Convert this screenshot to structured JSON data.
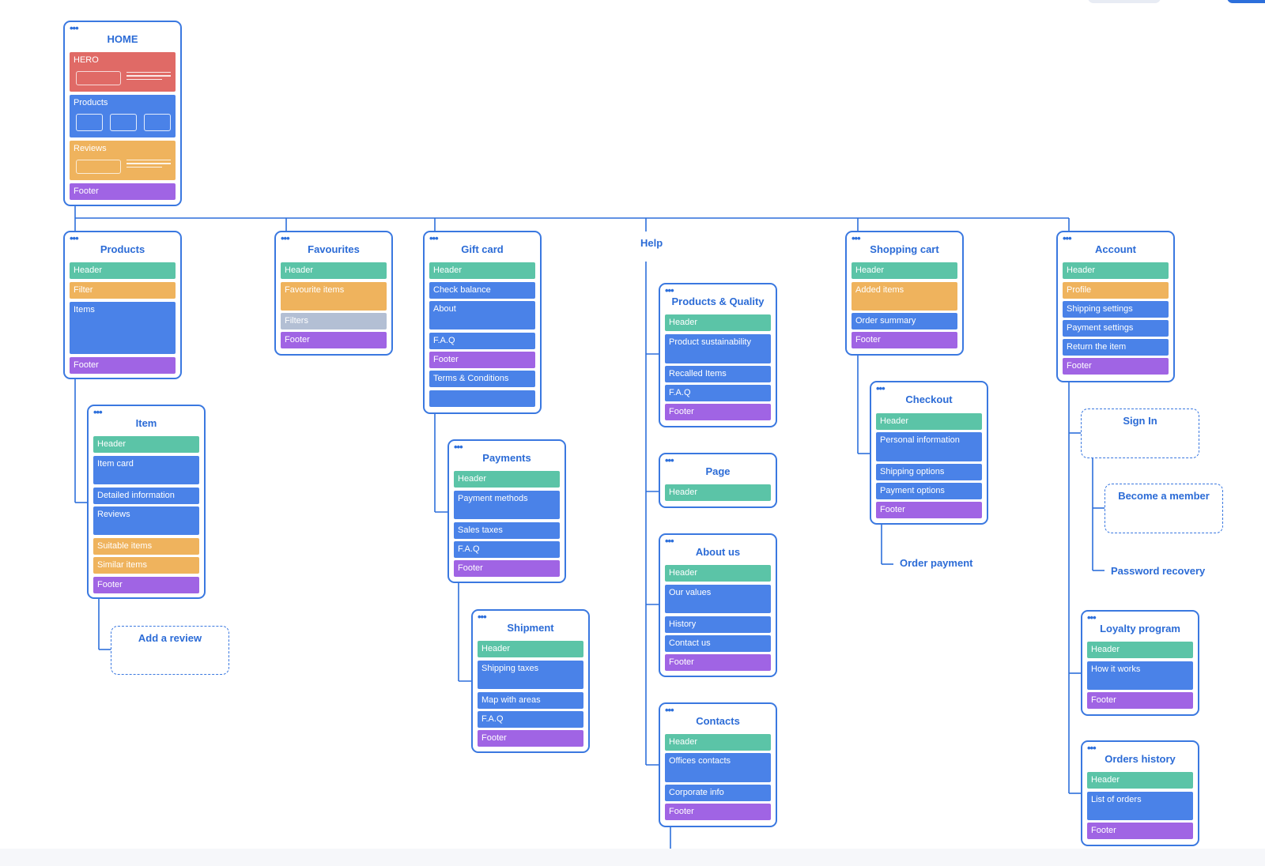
{
  "help_label": "Help",
  "home": {
    "title": "HOME",
    "hero": "HERO",
    "products": "Products",
    "reviews": "Reviews",
    "footer": "Footer"
  },
  "products": {
    "title": "Products",
    "header": "Header",
    "filter": "Filter",
    "items": "Items",
    "footer": "Footer"
  },
  "item": {
    "title": "Item",
    "header": "Header",
    "item_card": "Item card",
    "detailed_information": "Detailed information",
    "reviews": "Reviews",
    "suitable_items": "Suitable items",
    "similar_items": "Similar items",
    "footer": "Footer"
  },
  "add_review": "Add a review",
  "favourites": {
    "title": "Favourites",
    "header": "Header",
    "favourite_items": "Favourite items",
    "filters": "Filters",
    "footer": "Footer"
  },
  "gift_card": {
    "title": "Gift card",
    "header": "Header",
    "check_balance": "Check balance",
    "about": "About",
    "faq": "F.A.Q",
    "footer": "Footer",
    "terms": "Terms & Conditions"
  },
  "payments": {
    "title": "Payments",
    "header": "Header",
    "payment_methods": "Payment methods",
    "sales_taxes": "Sales taxes",
    "faq": "F.A.Q",
    "footer": "Footer"
  },
  "shipment": {
    "title": "Shipment",
    "header": "Header",
    "shipping_taxes": "Shipping taxes",
    "map_with_areas": "Map with areas",
    "faq": "F.A.Q",
    "footer": "Footer"
  },
  "products_quality": {
    "title": "Products & Quality",
    "header": "Header",
    "product_sustainability": "Product sustainability",
    "recalled_items": "Recalled Items",
    "faq": "F.A.Q",
    "footer": "Footer"
  },
  "page": {
    "title": "Page",
    "header": "Header"
  },
  "about_us": {
    "title": "About us",
    "header": "Header",
    "our_values": "Our values",
    "history": "History",
    "contact_us": "Contact us",
    "footer": "Footer"
  },
  "contacts": {
    "title": "Contacts",
    "header": "Header",
    "offices_contacts": "Offices contacts",
    "corporate_info": "Corporate info",
    "footer": "Footer"
  },
  "shopping_cart": {
    "title": "Shopping cart",
    "header": "Header",
    "added_items": "Added items",
    "order_summary": "Order summary",
    "footer": "Footer"
  },
  "checkout": {
    "title": "Checkout",
    "header": "Header",
    "personal_information": "Personal information",
    "shipping_options": "Shipping options",
    "payment_options": "Payment options",
    "footer": "Footer"
  },
  "order_payment": "Order payment",
  "account": {
    "title": "Account",
    "header": "Header",
    "profile": "Profile",
    "shipping_settings": "Shipping settings",
    "payment_settings": "Payment settings",
    "return_item": "Return the item",
    "footer": "Footer"
  },
  "sign_in": "Sign In",
  "become_member": "Become a member",
  "password_recovery": "Password recovery",
  "loyalty_program": {
    "title": "Loyalty program",
    "header": "Header",
    "how_it_works": "How it works",
    "footer": "Footer"
  },
  "orders_history": {
    "title": "Orders history",
    "header": "Header",
    "list_of_orders": "List of orders",
    "footer": "Footer"
  },
  "colors": {
    "line": "#2d6fdb",
    "header": "#5bc4a7",
    "content": "#4a82e8",
    "orange": "#efb35d",
    "footer": "#a064e4",
    "gray": "#b3bfd4",
    "hero": "#e06a66"
  }
}
